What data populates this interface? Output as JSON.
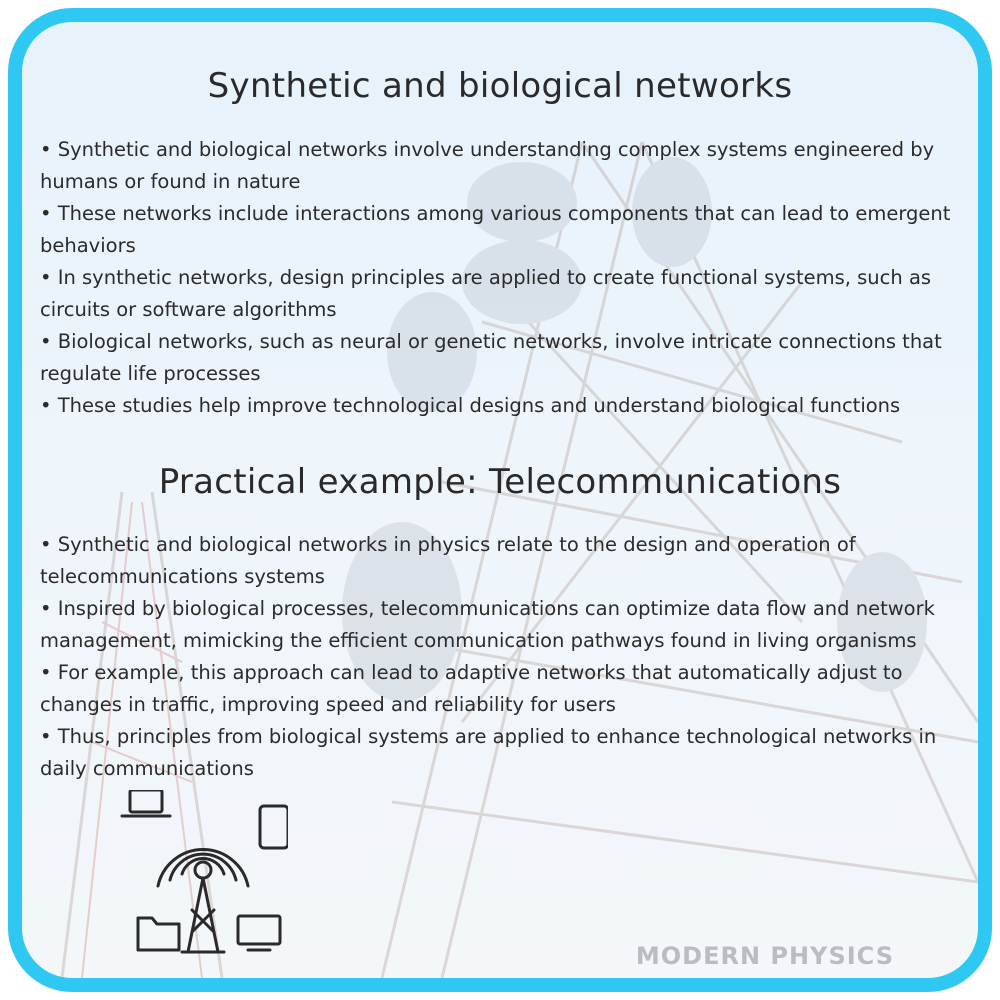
{
  "section1": {
    "title": "Synthetic and biological networks",
    "bullets": [
      "• Synthetic and biological networks involve understanding complex systems engineered by humans or found in nature",
      "• These networks include interactions among various components that can lead to emergent behaviors",
      "• In synthetic networks, design principles are applied to create functional systems, such as circuits or software algorithms",
      "• Biological networks, such as neural or genetic networks, involve intricate connections that regulate life processes",
      "• These studies help improve technological designs and understand biological functions"
    ]
  },
  "section2": {
    "title": "Practical example: Telecommunications",
    "bullets": [
      "• Synthetic and biological networks in physics relate to the design and operation of telecommunications systems",
      "• Inspired by biological processes, telecommunications can optimize data flow and network management, mimicking the efficient communication pathways found in living organisms",
      "• For example, this approach can lead to adaptive networks that automatically adjust to changes in traffic, improving speed and reliability for users",
      "• Thus, principles from biological systems are applied to enhance technological networks in daily communications"
    ]
  },
  "icons": [
    "antenna-tower-icon",
    "laptop-icon",
    "phone-icon",
    "folder-icon",
    "monitor-icon"
  ],
  "brand": "MODERN PHYSICS",
  "colors": {
    "frame_border": "#2ec8f2",
    "text": "#2b2b2b",
    "background": "#e7f2fb"
  }
}
